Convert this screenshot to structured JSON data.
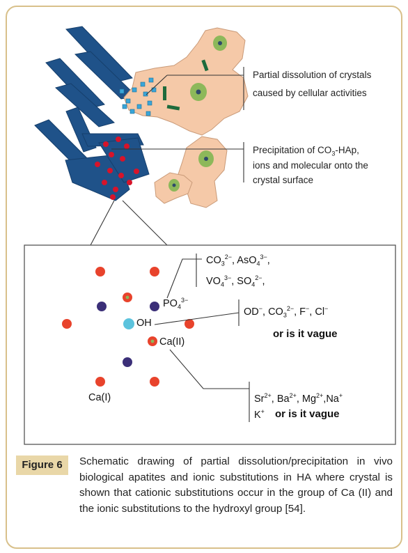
{
  "labels": {
    "dissolution_line1": "Partial dissolution of crystals",
    "dissolution_line2": "caused by cellular activities",
    "precip_line1_a": "Precipitation of CO",
    "precip_line1_sub": "3",
    "precip_line1_b": "-HAp,",
    "precip_line2": "ions and molecular onto the",
    "precip_line3": "crystal surface"
  },
  "lattice": {
    "po4": "PO",
    "po4_sub": "4",
    "po4_sup": "3−",
    "oh": "OH",
    "ca2": "Ca(II)",
    "ca1": "Ca(I)"
  },
  "substituents": {
    "anion_row1": [
      "CO",
      "3",
      "2−",
      ", AsO",
      "4",
      "3−",
      ","
    ],
    "anion_row2": [
      "VO",
      "4",
      "3−",
      ", SO",
      "4",
      "2−",
      ","
    ],
    "oh_row": [
      "OD",
      "−",
      ", CO",
      "3",
      "2−",
      ", F",
      "−",
      ", Cl",
      "−"
    ],
    "vague_1": "or is it vague",
    "cation_row": [
      "Sr",
      "2+",
      ", Ba",
      "2+",
      ", Mg",
      "2+",
      ",Na",
      "+"
    ],
    "k_row": [
      "K",
      "+"
    ],
    "vague_2": "or is it vague"
  },
  "caption": {
    "tag": "Figure 6",
    "text": "Schematic drawing of partial dissolution/precipitation in vivo biological apatites and ionic substitutions in HA where crystal is shown that cationic substitutions occur in the group of Ca (II) and the ionic substitutions to the hydroxyl group [54]."
  },
  "colors": {
    "border": "#d8c08a",
    "caption_tag_bg": "#e9d7a8",
    "crystal": "#1f5289",
    "cell": "#f5c9a8",
    "nucleus": "#8db85a",
    "red_atom": "#e8432c",
    "purple_atom": "#3b2f78",
    "cyan_atom": "#5cc3dd"
  }
}
